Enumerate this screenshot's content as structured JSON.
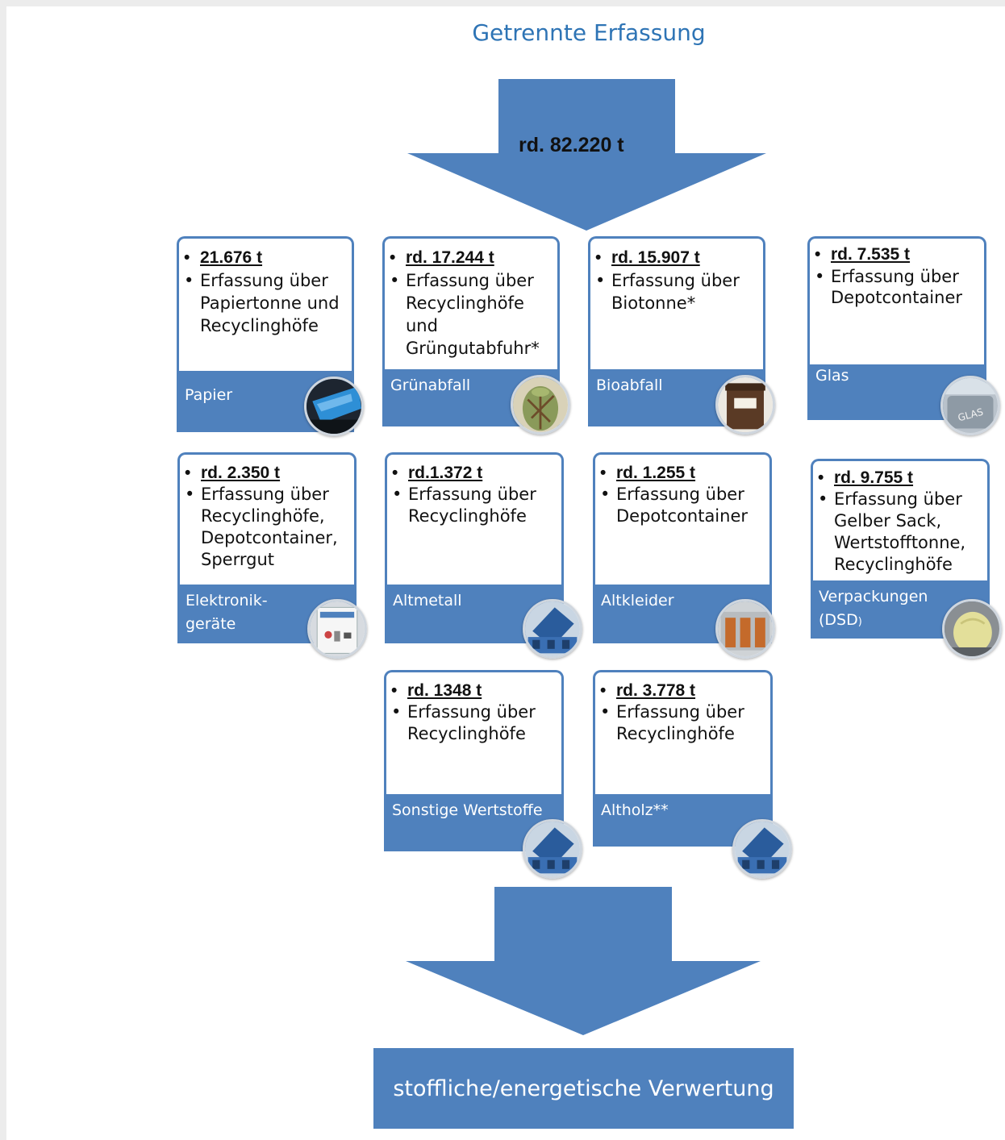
{
  "title": "Getrennte Erfassung",
  "total": "rd.  82.220 t",
  "colors": {
    "accent": "#4f81bd",
    "title": "#2e74b5"
  },
  "cards": [
    {
      "amount": "21.676 t",
      "lines": [
        "Erfassung über",
        "Papiertonne und",
        "Recyclinghöfe"
      ],
      "category": "Papier",
      "icon": "blue-bin-icon"
    },
    {
      "amount": "rd. 17.244 t",
      "lines": [
        "Erfassung über",
        "Recyclinghöfe",
        "und",
        "Grüngutabfuhr*"
      ],
      "category": "Grünabfall",
      "icon": "green-waste-bag-icon"
    },
    {
      "amount": "rd. 15.907 t",
      "lines": [
        "Erfassung über",
        "Biotonne*"
      ],
      "category": "Bioabfall",
      "icon": "bio-bin-icon"
    },
    {
      "amount": "rd. 7.535 t",
      "lines": [
        "Erfassung über",
        "Depotcontainer"
      ],
      "category": "Glas",
      "icon": "glass-container-icon"
    },
    {
      "amount": "rd. 2.350 t",
      "lines": [
        "Erfassung über",
        "Recyclinghöfe,",
        "Depotcontainer,",
        "Sperrgut"
      ],
      "category_line1": "Elektronik-",
      "category_line2": "geräte",
      "icon": "electronics-container-icon"
    },
    {
      "amount": "rd.1.372 t",
      "lines": [
        "Erfassung über",
        "Recyclinghöfe"
      ],
      "category": "Altmetall",
      "icon": "recycling-yard-container-icon"
    },
    {
      "amount": "rd. 1.255 t",
      "lines": [
        "Erfassung über",
        "Depotcontainer"
      ],
      "category": "Altkleider",
      "icon": "clothes-container-icon"
    },
    {
      "amount": "rd. 9.755 t",
      "lines": [
        "Erfassung über",
        "Gelber Sack,",
        "Wertstofftonne,",
        "Recyclinghöfe"
      ],
      "category_line1": "Verpackungen",
      "category_line2": "(DSD",
      "category_line2_small": ")",
      "icon": "yellow-bag-icon"
    },
    {
      "amount": "rd. 1348 t",
      "lines": [
        "Erfassung über",
        "Recyclinghöfe"
      ],
      "category": "Sonstige Wertstoffe",
      "icon": "recycling-yard-container-icon"
    },
    {
      "amount": "rd. 3.778 t",
      "lines": [
        "Erfassung über",
        "Recyclinghöfe"
      ],
      "category": "Altholz**",
      "icon": "recycling-yard-container-icon"
    }
  ],
  "result": "stoffliche/energetische  Verwertung"
}
